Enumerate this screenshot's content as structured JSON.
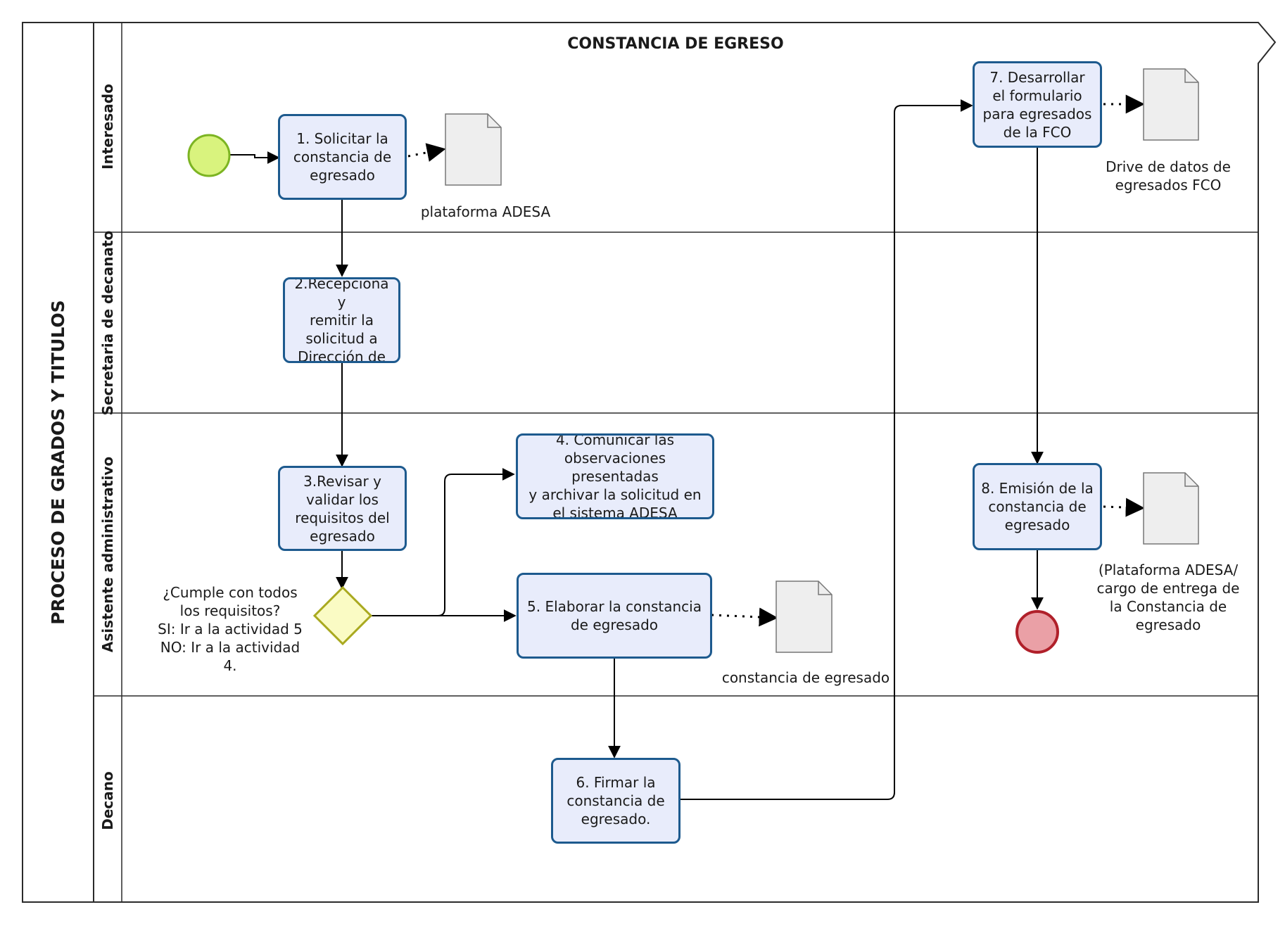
{
  "pool": {
    "label": "PROCESO DE GRADOS Y TITULOS",
    "title": "CONSTANCIA DE EGRESO"
  },
  "lanes": [
    {
      "label": "Interesado"
    },
    {
      "label": "Secretaria de decanato"
    },
    {
      "label": "Asistente administrativo"
    },
    {
      "label": "Decano"
    }
  ],
  "tasks": {
    "t1": "1. Solicitar la\nconstancia de\negresado",
    "t2": "2.Recepciona y\nremitir la\nsolicitud a\nDirección de",
    "t3": "3.Revisar y\nvalidar los\nrequisitos del\negresado",
    "t4": "4. Comunicar las\nobservaciones presentadas\ny archivar la solicitud en\nel sistema ADESA",
    "t5": "5. Elaborar la constancia\nde egresado",
    "t6": "6. Firmar la\nconstancia de\negresado.",
    "t7": "7. Desarrollar\nel formulario\npara egresados\nde la FCO",
    "t8": "8. Emisión de la\nconstancia de\negresado"
  },
  "gateway": {
    "question": "¿Cumple con todos\nlos requisitos?\nSI: Ir a la actividad 5\nNO: Ir a la actividad\n4."
  },
  "documents": {
    "d1": "plataforma ADESA",
    "d2": "constancia de egresado",
    "d3": "Drive de datos de\negresados FCO",
    "d4": "(Plataforma ADESA/\ncargo de entrega de\nla Constancia de\negresado"
  },
  "colors": {
    "task_fill": "#e8ecfb",
    "task_border": "#1d5a8e",
    "start_fill": "#d9f37e",
    "start_border": "#7cb422",
    "end_fill": "#eaa0a6",
    "end_border": "#b0202a",
    "gateway_fill": "#fafbc4",
    "gateway_border": "#a9a91f",
    "doc_fill": "#eeeeee"
  }
}
